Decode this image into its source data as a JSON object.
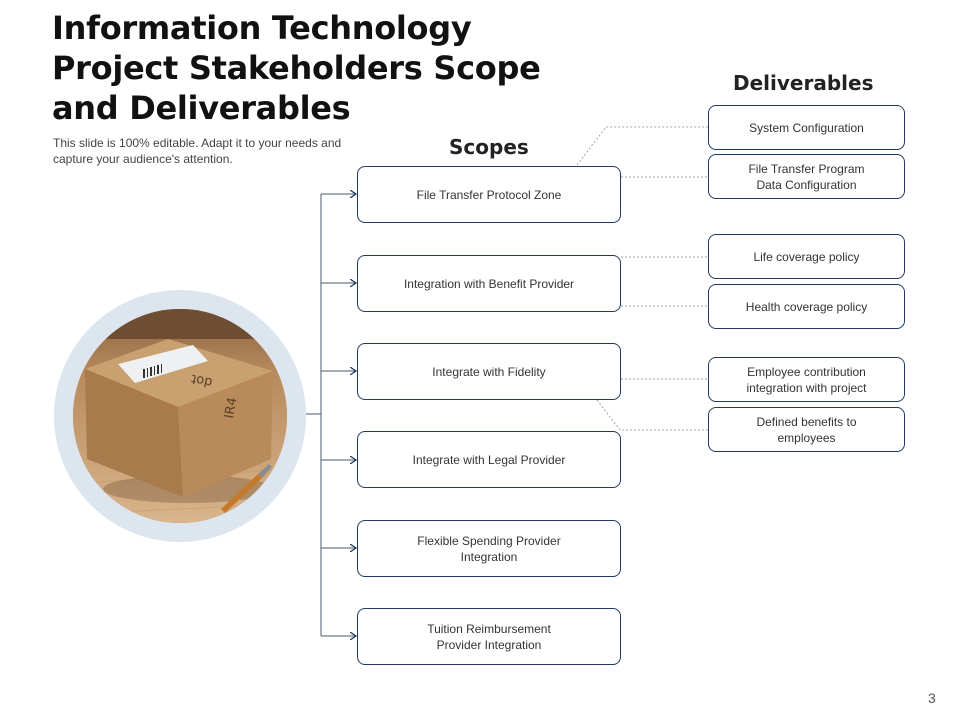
{
  "title": "Information Technology\nProject Stakeholders Scope\nand Deliverables",
  "subtitle": "This slide is 100% editable. Adapt it to your needs and capture your audience's attention.",
  "scopes_heading": "Scopes",
  "deliverables_heading": "Deliverables",
  "scopes": [
    "File Transfer Protocol Zone",
    "Integration with Benefit Provider",
    "Integrate with Fidelity",
    "Integrate with Legal Provider",
    "Flexible Spending Provider\nIntegration",
    "Tuition Reimbursement\nProvider Integration"
  ],
  "deliverables": [
    "System Configuration",
    "File Transfer Program\nData Configuration",
    "Life coverage policy",
    "Health coverage policy",
    "Employee contribution\nintegration with project",
    "Defined benefits to\nemployees"
  ],
  "photo_labels": [
    "IR4",
    "dot"
  ],
  "page_number": "3",
  "colors": {
    "box_border": "#1f3b63",
    "connector": "#4a5a6e",
    "dashed": "#9aa3ad",
    "ring": "#dde6ef"
  }
}
